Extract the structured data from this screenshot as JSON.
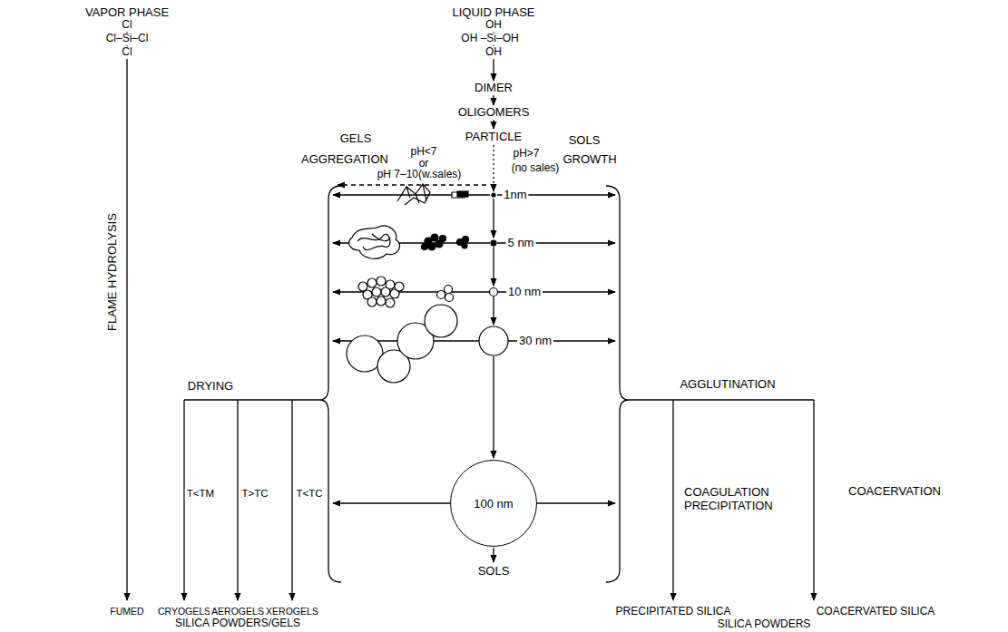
{
  "diagram": {
    "nodes": [
      {
        "text": [
          "100 nm"
        ]
      }
    ],
    "labels": [
      "VAPOR PHASE",
      "Cl",
      "Cl–Si–Cl",
      "Cl",
      "FLAME HYDROLYSIS",
      "LIQUID PHASE",
      "OH",
      "OH –Si–OH",
      "OH",
      "DIMER",
      "OLIGOMERS",
      "PARTICLE",
      "GELS",
      "AGGREGATION",
      "pH<7",
      "or",
      "pH 7–10(w.sales)",
      "SOLS",
      "GROWTH",
      "pH>7",
      "(no sales)",
      "1nm",
      "5 nm",
      "10 nm",
      "30 nm",
      "SOLS",
      "DRYING",
      "T<TM",
      "T>TC",
      "T<TC",
      "FUMED",
      "CRYOGELS",
      "AEROGELS",
      "XEROGELS",
      "SILICA POWDERS/GELS",
      "AGGLUTINATION",
      "COAGULATION PRECIPITATION",
      "COACERVATION",
      "PRECIPITATED SILICA",
      "COACERVATED SILICA",
      "SILICA POWDERS"
    ]
  }
}
